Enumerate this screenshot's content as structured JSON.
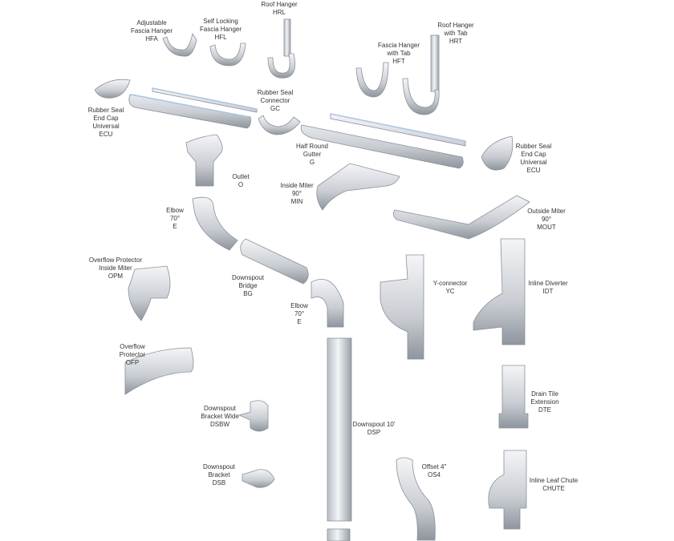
{
  "parts": [
    {
      "id": "hrl",
      "lines": [
        "Roof Hanger",
        "HRL"
      ]
    },
    {
      "id": "hfa",
      "lines": [
        "Adjustable",
        "Fascia Hanger",
        "HFA"
      ]
    },
    {
      "id": "hfl",
      "lines": [
        "Self Locking",
        "Fascia Hanger",
        "HFL"
      ]
    },
    {
      "id": "hft",
      "lines": [
        "Fascia Hanger",
        "with Tab",
        "HFT"
      ]
    },
    {
      "id": "hrt",
      "lines": [
        "Roof Hanger",
        "with Tab",
        "HRT"
      ]
    },
    {
      "id": "ecu-left",
      "lines": [
        "Rubber Seal",
        "End Cap",
        "Universal",
        "ECU"
      ]
    },
    {
      "id": "gc",
      "lines": [
        "Rubber Seal",
        "Connector",
        "GC"
      ]
    },
    {
      "id": "g",
      "lines": [
        "Half Round",
        "Gutter",
        "G"
      ]
    },
    {
      "id": "ecu-right",
      "lines": [
        "Rubber Seal",
        "End Cap",
        "Universal",
        "ECU"
      ]
    },
    {
      "id": "o",
      "lines": [
        "Outlet",
        "O"
      ]
    },
    {
      "id": "min",
      "lines": [
        "Inside Miter",
        "90°",
        "MIN"
      ]
    },
    {
      "id": "e-upper",
      "lines": [
        "Elbow",
        "70°",
        "E"
      ]
    },
    {
      "id": "mout",
      "lines": [
        "Outside Miter",
        "90°",
        "MOUT"
      ]
    },
    {
      "id": "opm",
      "lines": [
        "Overflow Protector",
        "Inside Miter",
        "OPM"
      ]
    },
    {
      "id": "bg",
      "lines": [
        "Downspout",
        "Bridge",
        "BG"
      ]
    },
    {
      "id": "yc",
      "lines": [
        "Y-connector",
        "YC"
      ]
    },
    {
      "id": "idt",
      "lines": [
        "Inline Diverter",
        "IDT"
      ]
    },
    {
      "id": "e-lower",
      "lines": [
        "Elbow",
        "70°",
        "E"
      ]
    },
    {
      "id": "ofp",
      "lines": [
        "Overflow",
        "Protector",
        "OFP"
      ]
    },
    {
      "id": "dte",
      "lines": [
        "Drain Tile",
        "Extension",
        "DTE"
      ]
    },
    {
      "id": "dsbw",
      "lines": [
        "Downspout",
        "Bracket Wide",
        "DSBW"
      ]
    },
    {
      "id": "dsp",
      "lines": [
        "Downspout 10'",
        "DSP"
      ]
    },
    {
      "id": "os4",
      "lines": [
        "Offset 4\"",
        "OS4"
      ]
    },
    {
      "id": "dsb",
      "lines": [
        "Downspout",
        "Bracket",
        "DSB"
      ]
    },
    {
      "id": "chute",
      "lines": [
        "Inline Leaf Chute",
        "CHUTE"
      ]
    }
  ],
  "colors": {
    "metal_light": "#eef0f3",
    "metal_mid": "#c4c8ce",
    "metal_dark": "#8a9099",
    "highlight": "#a9c6e3",
    "text": "#333333"
  }
}
